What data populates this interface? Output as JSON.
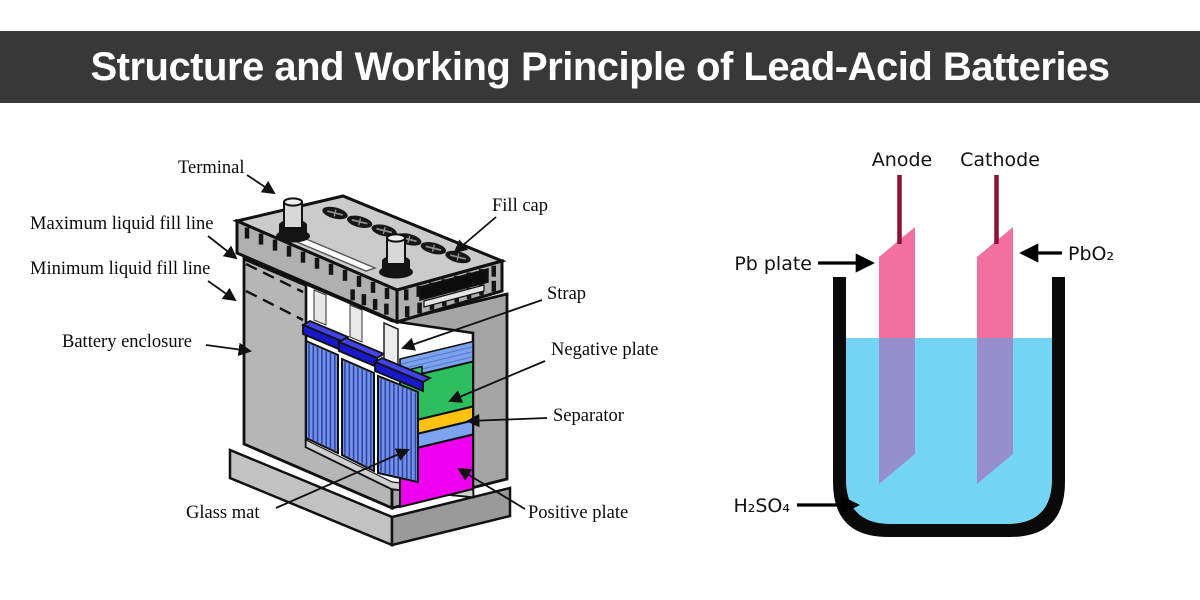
{
  "title": "Structure and Working Principle of Lead-Acid Batteries",
  "colors": {
    "banner": "#383838",
    "battery_gray": "#b6b6b6",
    "lid_gray": "#cbcbcb",
    "plate_blue": "#7493E6",
    "strap_blue": "#1818C8",
    "negative_plate": "#2DBE60",
    "separator": "#FFC20E",
    "glass_mat": "#7BA3EE",
    "positive_plate": "#EE00EE",
    "liquid": "#74D4F4",
    "plate_pink": "#F2709F",
    "plate_submerged": "#9590CB",
    "lead_wire": "#8C1231"
  },
  "battery_diagram": {
    "labels": {
      "terminal": "Terminal",
      "max_fill": "Maximum liquid fill line",
      "min_fill": "Minimum liquid fill line",
      "enclosure": "Battery enclosure",
      "fill_cap": "Fill cap",
      "strap": "Strap",
      "negative_plate": "Negative plate",
      "separator": "Separator",
      "glass_mat": "Glass mat",
      "positive_plate": "Positive plate"
    }
  },
  "cell_diagram": {
    "labels": {
      "anode": "Anode",
      "cathode": "Cathode",
      "pb_plate": "Pb plate",
      "pbo2": "PbO₂",
      "h2so4": "H₂SO₄"
    }
  }
}
